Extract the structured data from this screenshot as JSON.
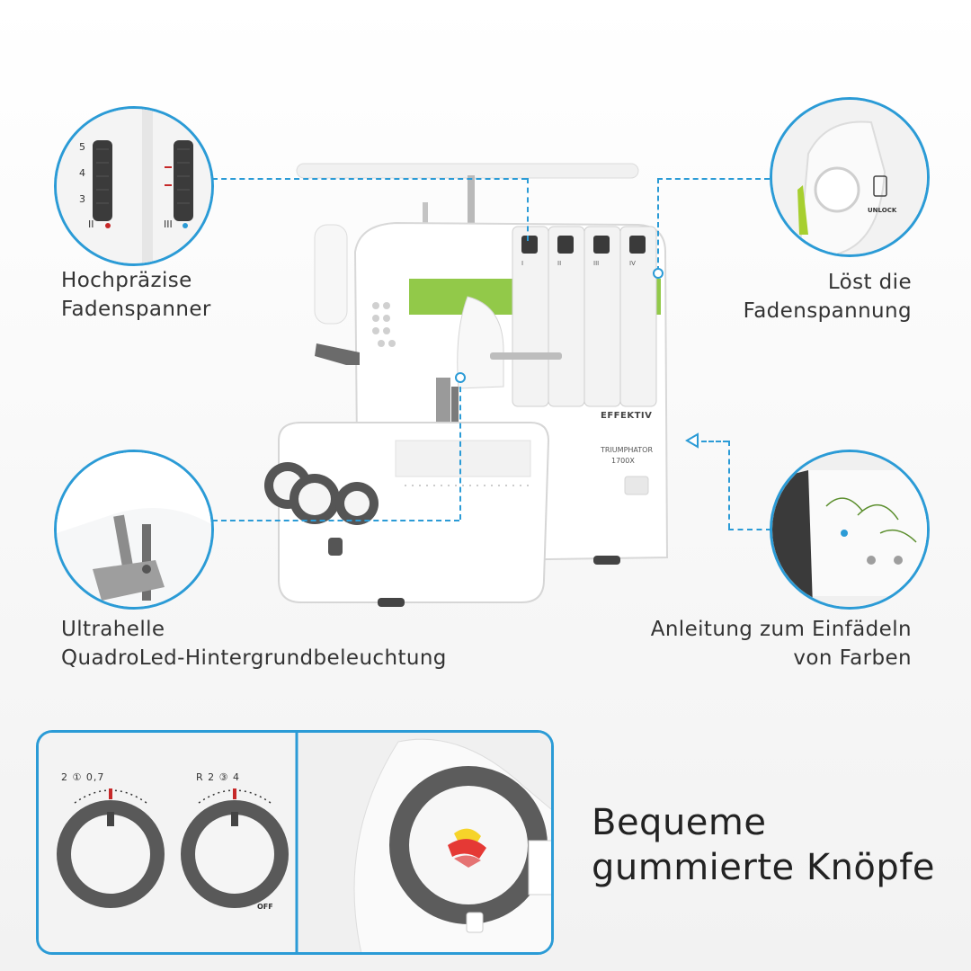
{
  "captions": {
    "tension": [
      "Hochpräzise",
      "Fadenspanner"
    ],
    "release": [
      "Löst die",
      "Fadenspannung"
    ],
    "light": [
      "Ultrahelle",
      "QuadroLed-Hintergrundbeleuchtung"
    ],
    "threading": [
      "Anleitung zum Einfädeln",
      "von Farben"
    ],
    "knobs": [
      "Bequeme",
      "gummierte Knöpfe"
    ]
  },
  "machine": {
    "brand": "EFFEKTIV",
    "model": "TRIUMPHATOR",
    "model_number": "1700X",
    "tension_labels": [
      "I",
      "II",
      "III",
      "IV"
    ]
  },
  "detail_tension": {
    "scale": [
      "5",
      "4",
      "3"
    ],
    "dial_labels": [
      "II",
      "III"
    ]
  },
  "detail_release": {
    "unlock_label": "UNLOCK"
  },
  "knob_detail": {
    "left_scale": "2  ①  0,7",
    "right_scale": "R 2 ③ 4",
    "off_label": "OFF"
  },
  "colors": {
    "accent": "#2b9bd6",
    "brand_green": "#8cc63f"
  }
}
